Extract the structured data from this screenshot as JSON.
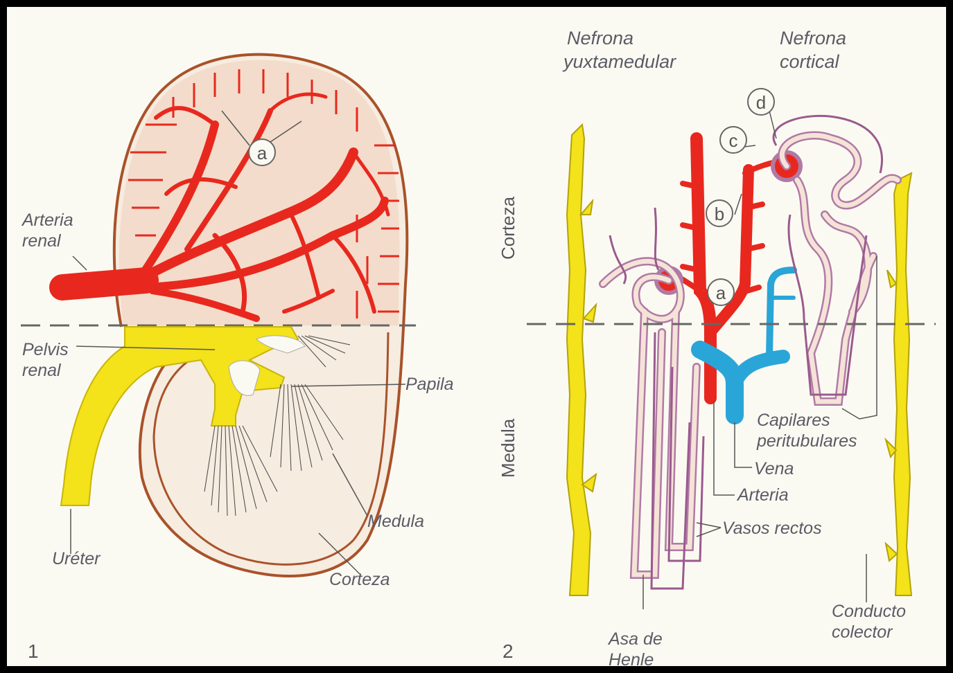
{
  "panel1": {
    "number": "1",
    "labels": {
      "arteria_renal_1": "Arteria",
      "arteria_renal_2": "renal",
      "pelvis_renal_1": "Pelvis",
      "pelvis_renal_2": "renal",
      "papila": "Papila",
      "medula": "Medula",
      "ureter": "Uréter",
      "corteza": "Corteza",
      "marker_a": "a"
    }
  },
  "panel2": {
    "number": "2",
    "titles": {
      "yuxta_1": "Nefrona",
      "yuxta_2": "yuxtamedular",
      "cortical_1": "Nefrona",
      "cortical_2": "cortical"
    },
    "zones": {
      "corteza": "Corteza",
      "medula": "Medula"
    },
    "labels": {
      "capilares_1": "Capilares",
      "capilares_2": "peritubulares",
      "vena": "Vena",
      "arteria": "Arteria",
      "vasos_rectos": "Vasos rectos",
      "conducto_1": "Conducto",
      "conducto_2": "colector",
      "asa_1": "Asa de",
      "asa_2": "Henle"
    },
    "markers": {
      "a": "a",
      "b": "b",
      "c": "c",
      "d": "d"
    }
  },
  "colors": {
    "artery": "#e8281e",
    "vein": "#2aa5d8",
    "pelvis": "#f4e21a",
    "tubule": "#b07aa5",
    "cortex": "#f3dccb",
    "capsule": "#b0582a"
  }
}
